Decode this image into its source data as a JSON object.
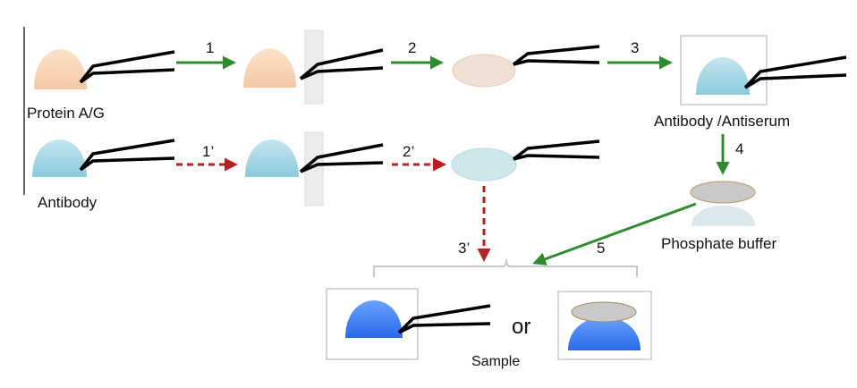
{
  "labels": {
    "protein": "Protein A/G",
    "antibody": "Antibody",
    "antiserum": "Antibody /Antiserum",
    "phosphate": "Phosphate buffer",
    "or": "or",
    "sample": "Sample"
  },
  "steps": {
    "s1": "1",
    "s2": "2",
    "s3": "3",
    "s4": "4",
    "s5": "5",
    "p1": "1’",
    "p2": "2’",
    "p3": "3’"
  },
  "colors": {
    "protein_drop": "#f8d6b8",
    "antibody_drop": "#a8d8e6",
    "sample_drop": "#3a7cf0",
    "green_arrow": "#2e8b2e",
    "red_arrow": "#b22222",
    "membrane": "#ececec",
    "frame": "#c8c8c8"
  }
}
